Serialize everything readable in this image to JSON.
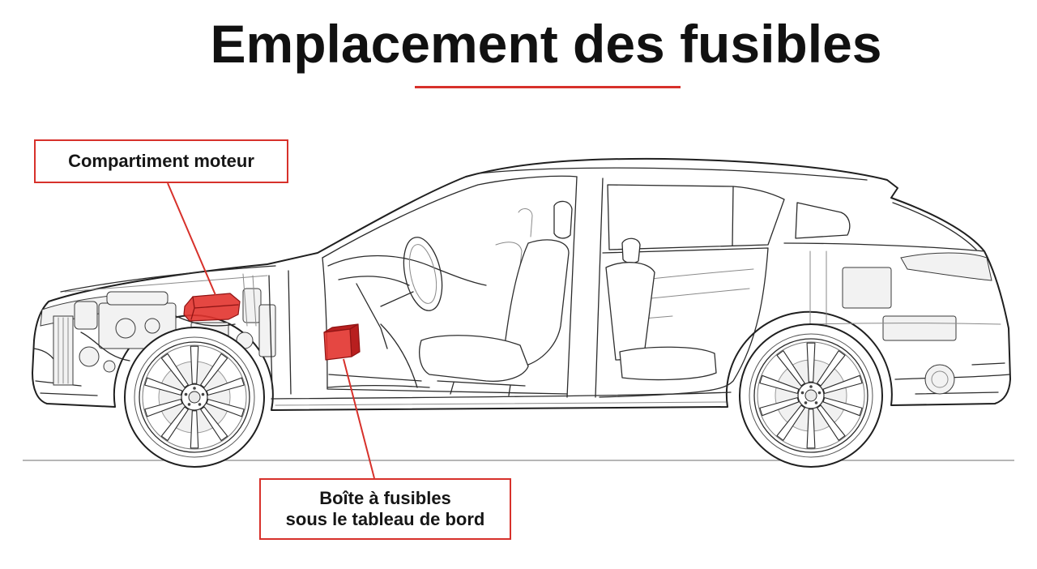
{
  "title": "Emplacement des fusibles",
  "callouts": {
    "engine_compartment": {
      "label": "Compartiment moteur"
    },
    "dashboard_fuse_box": {
      "line1": "Boîte à fusibles",
      "line2": "sous le tableau de bord"
    }
  },
  "colors": {
    "accent": "#d7312b",
    "ink": "#1b1b1b",
    "fuse_highlight": "#e2332e",
    "background": "#ffffff"
  }
}
